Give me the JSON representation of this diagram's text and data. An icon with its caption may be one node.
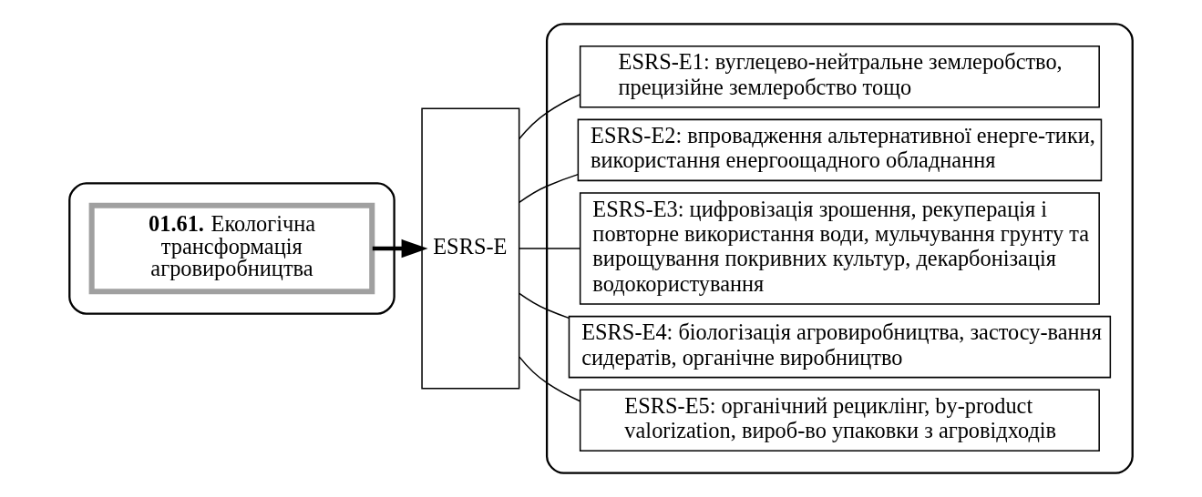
{
  "diagram": {
    "nodes": [
      {
        "text": [],
        "shape": "box"
      },
      {
        "text": [
          "**01.61.** Екологічна трансформація агровиробництва"
        ],
        "in": 0
      },
      {
        "text": [
          "ESRS-E"
        ]
      },
      {
        "text": [],
        "shape": "box"
      },
      {
        "text": [
          "ESRS-E1: вуглецево-нейтральне землеробство, прецизійне землеробство тощо"
        ],
        "in": 3
      },
      {
        "text": [
          "ESRS-E2: впровадження альтернативної енерге-тики, використання енергоощадного обладнання"
        ],
        "in": 3
      },
      {
        "text": [
          "ESRS-E3: цифровізація зрошення, рекуперація і повторне використання води, мульчування грунту та вирощування покривних культур, декарбонізація водокористування"
        ],
        "in": 3
      },
      {
        "text": [
          "ESRS-E4: біологізація агровиробництва, застосу-вання сидератів, органічне виробництво"
        ],
        "in": 3
      },
      {
        "text": [
          "ESRS-E5: органічний рециклінг, by-product valorization, вироб-во упаковки з агровідходів"
        ],
        "in": 3
      }
    ],
    "edges": [
      {
        "from": 1,
        "to": 2,
        "arrow": "to",
        "style": "thick"
      },
      {
        "from": 2,
        "to": 4,
        "arrow": "none"
      },
      {
        "from": 2,
        "to": 5,
        "arrow": "none"
      },
      {
        "from": 2,
        "to": 6,
        "arrow": "none"
      },
      {
        "from": 2,
        "to": 7,
        "arrow": "none"
      },
      {
        "from": 2,
        "to": 8,
        "arrow": "none"
      }
    ]
  }
}
